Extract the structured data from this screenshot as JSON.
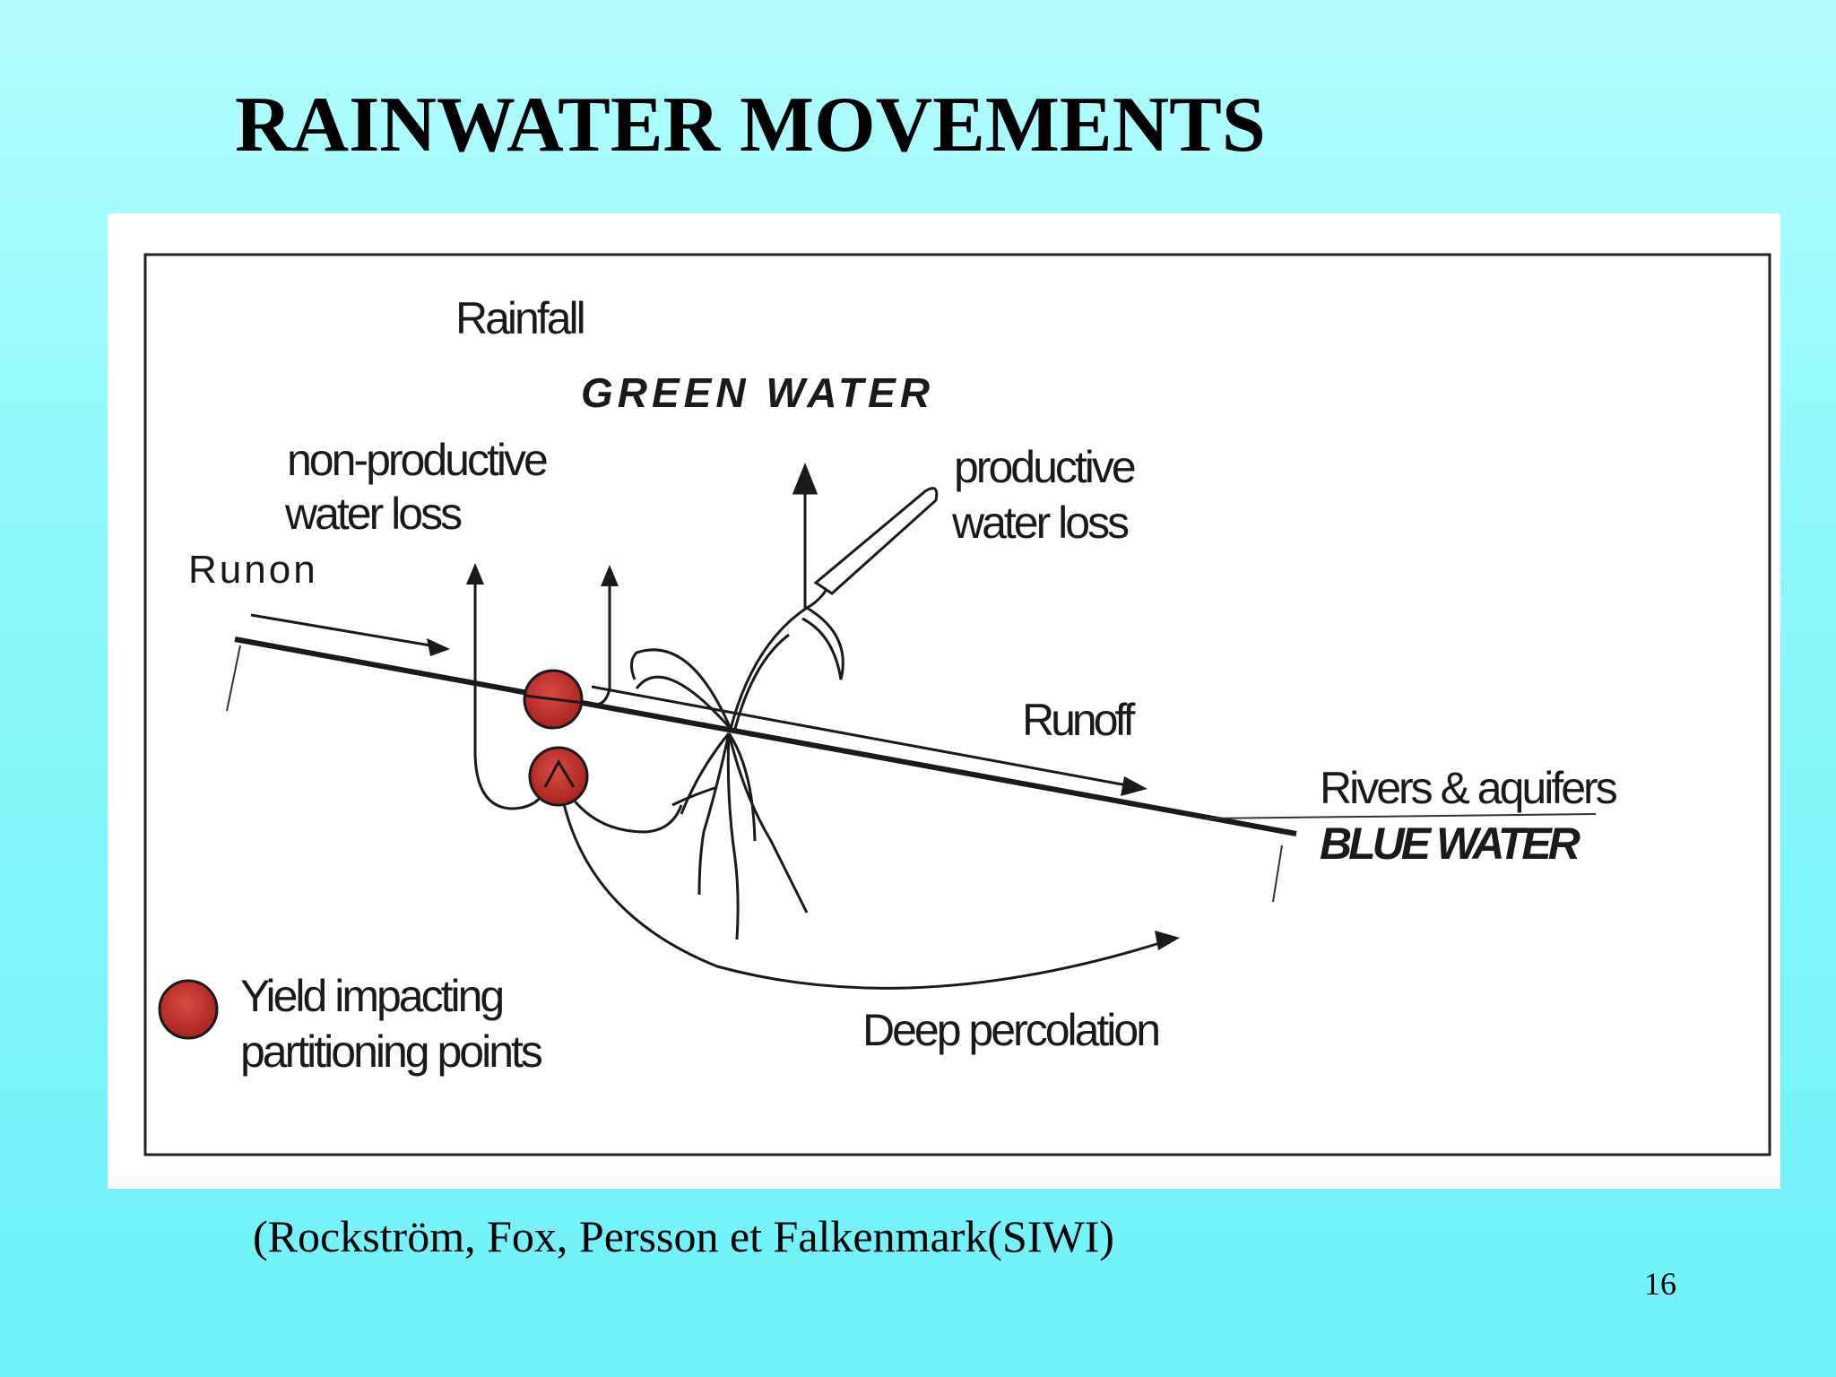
{
  "slide": {
    "title": "RAINWATER MOVEMENTS",
    "citation": "(Rockström, Fox, Persson et Falkenmark(SIWI)",
    "page_number": "16"
  },
  "diagram": {
    "labels": {
      "rainfall": "Rainfall",
      "green_water": "GREEN WATER",
      "non_productive_line1": "non-productive",
      "non_productive_line2": "water loss",
      "productive_line1": "productive",
      "productive_line2": "water loss",
      "runon": "Runon",
      "runoff": "Runoff",
      "rivers_aquifers": "Rivers & aquifers",
      "blue_water": "BLUE WATER",
      "deep_percolation": "Deep percolation",
      "legend_line1": "Yield impacting",
      "legend_line2": "partitioning points"
    },
    "colors": {
      "partition_point": "#c8332f",
      "ink": "#1a1a1a"
    }
  }
}
